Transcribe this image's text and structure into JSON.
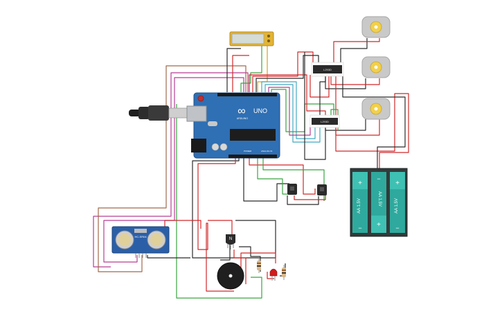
{
  "canvas": {
    "background": "#ffffff"
  },
  "colors": {
    "wire_red": "#d0282a",
    "wire_black": "#2b2b2b",
    "wire_green": "#3aa442",
    "wire_magenta": "#b83c95",
    "wire_brown": "#a1694b",
    "wire_teal": "#42a9c0",
    "wire_yellow": "#d4a418",
    "arduino_blue": "#2f6fb3",
    "battery_teal": "#2fa99d",
    "battery_dark": "#323a3a",
    "sensor_blue": "#2a5fa8",
    "motor_grey": "#c9c9c9",
    "motor_yellow": "#f2d04a",
    "lcd_frame": "#e2b434",
    "lcd_screen": "#d5dbd5"
  },
  "arduino": {
    "logo_text": "ARDUINO",
    "model_text": "UNO",
    "symbol_text": "∞",
    "power_label": "POWER",
    "analog_label": "ANALOG IN"
  },
  "driver_chips": [
    {
      "label": "L293D"
    },
    {
      "label": "L293D"
    }
  ],
  "batteries": [
    {
      "label": "AA 1.5V",
      "plus": "+",
      "minus": "−"
    },
    {
      "label": "AA 1.5V",
      "plus": "+",
      "minus": "−"
    },
    {
      "label": "AA 1.5V",
      "plus": "+",
      "minus": "−"
    }
  ],
  "ultrasonic": {
    "label": "HC-SR04"
  },
  "transistor": {
    "label": "N"
  },
  "icons": [
    "arduino-board",
    "usb-cable",
    "dc-motor",
    "motor-driver-ic",
    "battery-pack",
    "ultrasonic-sensor",
    "push-button",
    "npn-transistor",
    "piezo-buzzer",
    "red-led",
    "resistor",
    "lcd-display"
  ]
}
